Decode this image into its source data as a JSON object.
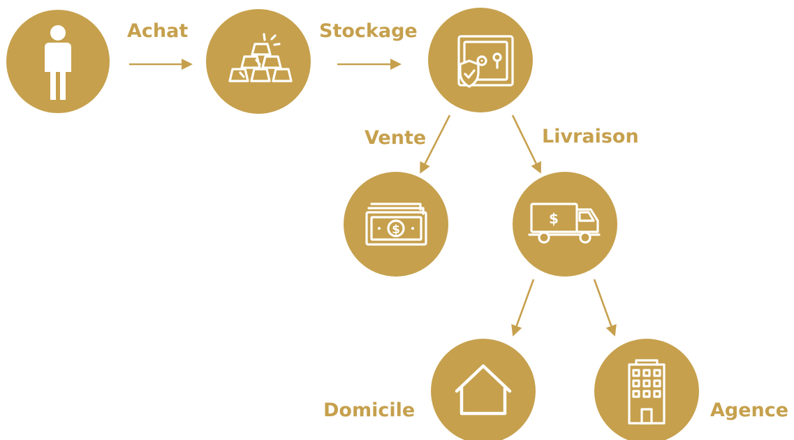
{
  "labels": {
    "achat": "Achat",
    "stockage": "Stockage",
    "vente": "Vente",
    "livraison": "Livraison",
    "domicile": "Domicile",
    "agence": "Agence"
  },
  "colors": {
    "gold": "#c6a04d",
    "icon": "#ffffff",
    "background": "#ffffff"
  },
  "icons": {
    "person": "person-icon",
    "gold_bars": "gold-bars-icon",
    "safe": "safe-icon",
    "cash": "cash-icon",
    "truck": "truck-icon",
    "house": "house-icon",
    "building": "building-icon"
  },
  "cash_symbol": "$",
  "truck_symbol": "$"
}
